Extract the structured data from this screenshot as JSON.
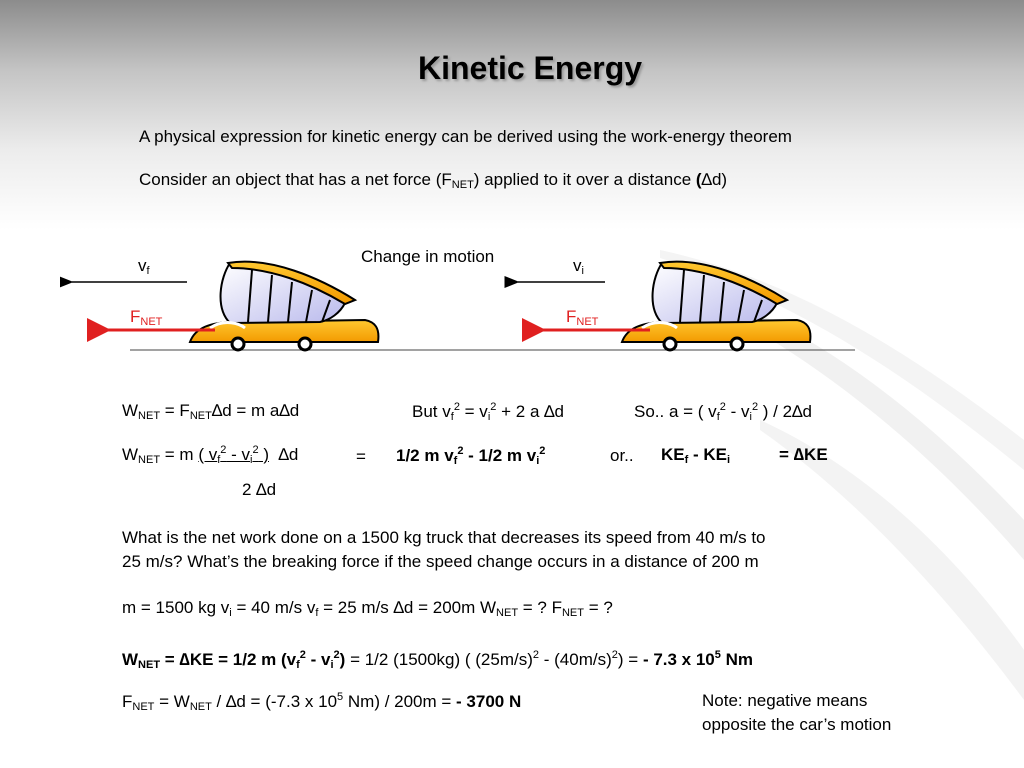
{
  "slide": {
    "title": "Kinetic Energy",
    "intro1": "A physical expression for kinetic energy can be derived using the work-energy theorem",
    "intro2": {
      "pre": "Consider an object that has a net force (F",
      "sub": "NET",
      "mid": ")  applied to it over a distance ",
      "paren": "(",
      "delta": "∆",
      "post": "d)"
    },
    "diagram": {
      "change_label": "Change in motion",
      "vf": {
        "base": "v",
        "sub": "f"
      },
      "vi": {
        "base": "v",
        "sub": "i"
      },
      "fnet_left": {
        "base": "F",
        "sub": "NET"
      },
      "fnet_right": {
        "base": "F",
        "sub": "NET"
      }
    },
    "eq1": {
      "w": "W",
      "w_sub": "NET",
      "eq": "  =  F",
      "f_sub": "NET",
      "rest": "∆d   =  m a∆d",
      "but": "But  v",
      "but_sub1": "f",
      "but_sup1": "2",
      "but_mid": " = v",
      "but_sub2": "i",
      "but_sup2": "2",
      "but_end": " + 2 a ∆d",
      "so": "So..    a = ( v",
      "so_sub1": "f",
      "so_sup1": "2",
      "so_mid": " - v",
      "so_sub2": "i",
      "so_sup2": "2",
      "so_end": " ) / 2∆d"
    },
    "eq2": {
      "w": "W",
      "w_sub": "NET",
      "eq": "  =  m",
      "num_a": "( v",
      "num_sub1": "f",
      "num_sup1": "2",
      "num_mid": " - v",
      "num_sub2": "i",
      "num_sup2": "2",
      "num_end": " )",
      "delta_d": "∆d",
      "equals": "=",
      "half1": "1/2 m v",
      "half1_sub": "f",
      "half1_sup": "2",
      "minus": "  -  1/2 m v",
      "half2_sub": "i",
      "half2_sup": "2",
      "or": "or..",
      "ke1": "KE",
      "ke1_sub": "f",
      "ke_mid": " - KE",
      "ke2_sub": "i",
      "eq_dke": "= ∆KE",
      "denominator": "2 ∆d"
    },
    "problem": {
      "line1": "What is the net work done on a 1500 kg truck that decreases its speed from 40 m/s to",
      "line2": "25 m/s? What’s the breaking force if the speed change occurs in a distance of 200 m"
    },
    "given": {
      "m": "m = 1500 kg   v",
      "vi_sub": "i",
      "vi": " = 40 m/s   v",
      "vf_sub": "f",
      "vf": " = 25 m/s   ∆d = 200m   W",
      "w_sub": "NET",
      "w": " = ?    F",
      "f_sub": "NET",
      "f": " = ?"
    },
    "solution1": {
      "w": "W",
      "w_sub": "NET",
      "bold_a": "  = ∆KE = 1/2 m (v",
      "sub1": "f",
      "sup1": "2",
      "bold_b": " - v",
      "sub2": "i",
      "sup2": "2",
      "bold_c": ")",
      "plain": " = 1/2 (1500kg) ( (25m/s)",
      "p_sup1": "2",
      "plain2": " - (40m/s)",
      "p_sup2": "2",
      "plain3": ")   = ",
      "answer": "- 7.3 x 10",
      "ans_sup": "5",
      "ans_unit": " Nm"
    },
    "solution2": {
      "f": "F",
      "f_sub": "NET",
      "eq": " =  W",
      "w_sub": "NET",
      "rest": " / ∆d    =   (-7.3 x 10",
      "sup": "5",
      "rest2": " Nm)  / 200m    =   ",
      "answer": "- 3700 N"
    },
    "note": {
      "line1": "Note: negative means",
      "line2": "opposite the car’s motion"
    }
  }
}
